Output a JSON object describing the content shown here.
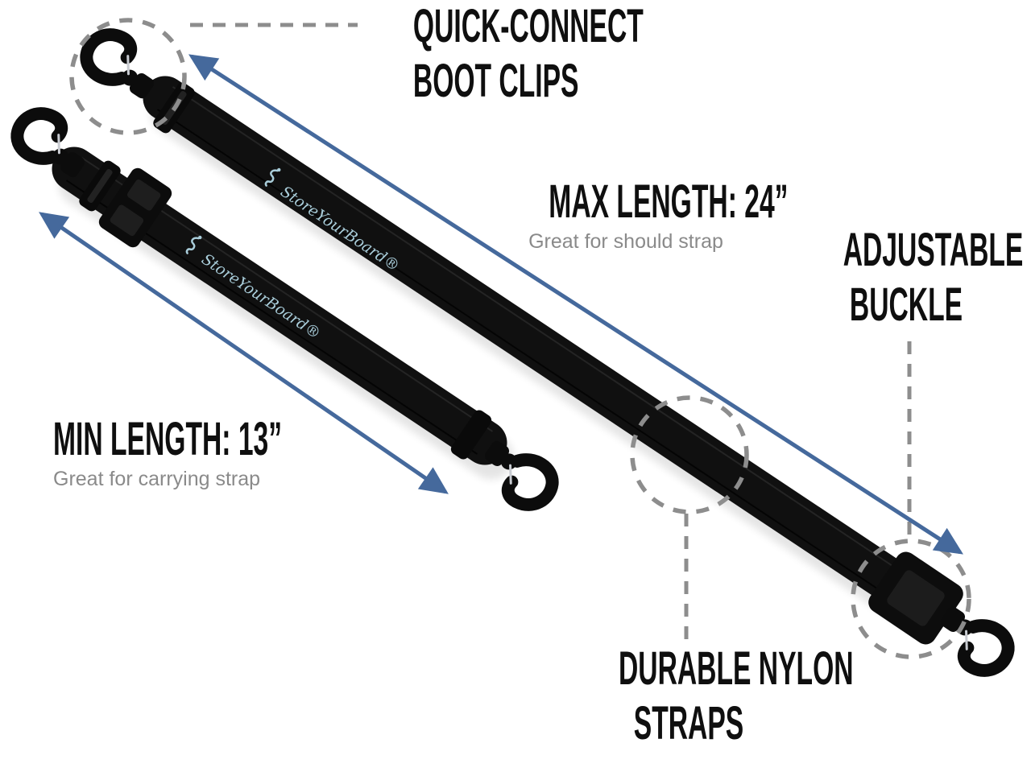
{
  "callouts": {
    "boot_clips": {
      "line1": "QUICK-CONNECT",
      "line2": "BOOT CLIPS"
    },
    "max_length": {
      "title": "MAX LENGTH: 24”",
      "subtitle": "Great for should strap"
    },
    "adjustable_buckle": {
      "line1": "ADJUSTABLE",
      "line2": "BUCKLE"
    },
    "min_length": {
      "title": "MIN LENGTH: 13”",
      "subtitle": "Great for carrying strap"
    },
    "nylon_straps": {
      "line1": "DURABLE NYLON",
      "line2": "STRAPS"
    }
  },
  "brand": {
    "logo_text": "StoreYourBoard®"
  },
  "colors": {
    "arrow_blue": "#45699c",
    "dash_gray": "#8d8d8d",
    "strap_black": "#101010",
    "heading_black": "#0f0f0f",
    "subtitle_gray": "#8a8a8a",
    "logo_blue": "#a9cdda",
    "background": "#ffffff"
  }
}
